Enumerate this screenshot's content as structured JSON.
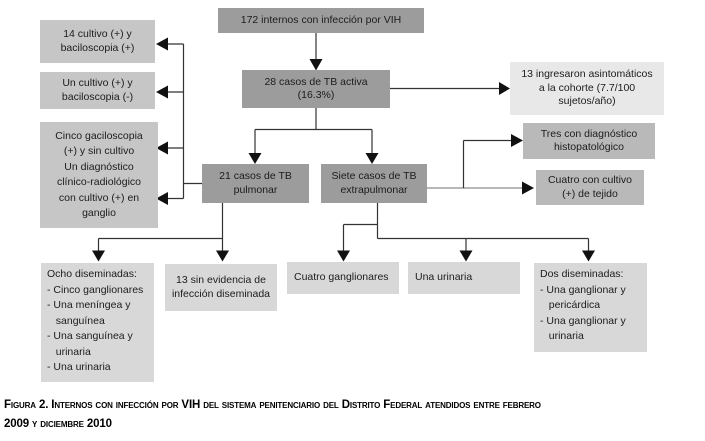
{
  "figure": {
    "caption": "Figura 2. Internos con infección por VIH del sistema penitenciario del Distrito Federal atendidos entre febrero\n2009 y diciembre 2010"
  },
  "nodes": {
    "root": "172 internos con infección por VIH",
    "tb_activa": "28 casos de TB activa\n(16.3%)",
    "tb_pulmonar": "21 casos de TB\npulmonar",
    "tb_extrapulmonar": "Siete casos de TB\nextrapulmonar",
    "cultivo_pos_bacilo_pos": "14 cultivo (+) y\nbaciloscopia (+)",
    "cultivo_pos_bacilo_neg": "Un cultivo (+) y\nbaciloscopia (-)",
    "bacilo_sin_cultivo": "Cinco gaciloscopia\n(+) y sin cultivo\nUn diagnóstico\nclínico-radiológico\ncon cultivo (+) en\nganglio",
    "ingresaron_asintomaticos": "13 ingresaron asintomáticos\na la cohorte (7.7/100\nsujetos/año)",
    "diagnostico_histopatologico": "Tres con diagnóstico\nhistopatológico",
    "cultivo_tejido": "Cuatro con cultivo\n(+) de tejido",
    "ocho_diseminadas": "Ocho diseminadas:\n- Cinco ganglionares\n- Una meníngea y\n   sanguínea\n- Una sanguínea y\n   urinaria\n- Una urinaria",
    "sin_evidencia_diseminada": "13 sin evidencia de\ninfección diseminada",
    "cuatro_ganglionares": "Cuatro ganglionares",
    "una_urinaria": "Una urinaria",
    "dos_diseminadas": "Dos diseminadas:\n- Una ganglionar y\n   pericárdica\n- Una ganglionar y\n   urinaria"
  },
  "edges": [
    {
      "from": "root",
      "to": "tb_activa"
    },
    {
      "from": "tb_activa",
      "to": "ingresaron_asintomaticos"
    },
    {
      "from": "tb_activa",
      "to": "tb_pulmonar"
    },
    {
      "from": "tb_activa",
      "to": "tb_extrapulmonar"
    },
    {
      "from": "tb_pulmonar",
      "to": "cultivo_pos_bacilo_pos"
    },
    {
      "from": "tb_pulmonar",
      "to": "cultivo_pos_bacilo_neg"
    },
    {
      "from": "tb_pulmonar",
      "to": "bacilo_sin_cultivo"
    },
    {
      "from": "tb_extrapulmonar",
      "to": "diagnostico_histopatologico"
    },
    {
      "from": "tb_extrapulmonar",
      "to": "cultivo_tejido"
    },
    {
      "from": "tb_pulmonar",
      "to": "ocho_diseminadas"
    },
    {
      "from": "tb_pulmonar",
      "to": "sin_evidencia_diseminada"
    },
    {
      "from": "tb_extrapulmonar",
      "to": "cuatro_ganglionares"
    },
    {
      "from": "tb_extrapulmonar",
      "to": "una_urinaria"
    },
    {
      "from": "tb_extrapulmonar",
      "to": "dos_diseminadas"
    }
  ],
  "colors": {
    "node_dark": "#9c9c9c",
    "node_left_column": "#c6c6c6",
    "node_medium": "#b9b9b9",
    "node_bottom_row": "#d8d8d8",
    "node_lightest": "#e8e8e8",
    "connector": "#333333",
    "connector_gray": "#9f9f9f",
    "text": "#1c1c1c"
  }
}
